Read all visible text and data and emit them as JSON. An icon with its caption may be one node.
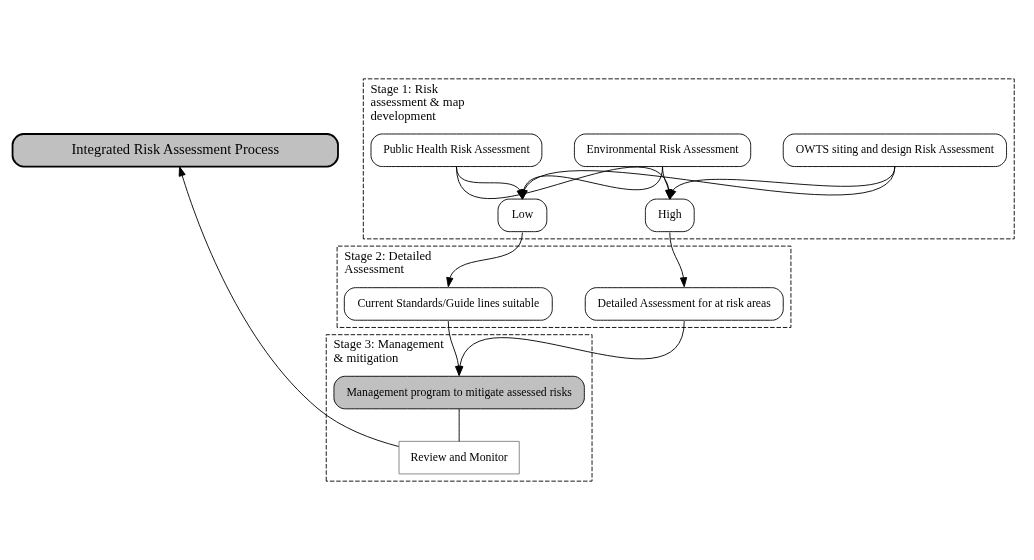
{
  "diagram": {
    "nodes": [
      {
        "text": [
          "Integrated Risk Assessment Process"
        ]
      },
      {
        "text": [
          "Stage 1: Risk assessment & map development"
        ]
      },
      {
        "text": [
          "Environmental Risk Assessment"
        ],
        "in": 1
      },
      {
        "text": [
          "Public Health Risk Assessment"
        ],
        "in": 1
      },
      {
        "text": [
          "OWTS siting and design Risk Assessment"
        ],
        "in": 1
      },
      {
        "text": [
          "Low"
        ],
        "in": 1
      },
      {
        "text": [
          "High"
        ],
        "in": 1
      },
      {
        "text": [
          "Stage 2: Detailed Assessment"
        ]
      },
      {
        "text": [
          "Current Standards/Guide lines suitable"
        ],
        "in": 7
      },
      {
        "text": [
          "Detailed Assessment for at risk areas"
        ],
        "in": 7
      },
      {
        "text": [
          "Stage 3: Management & mitigation"
        ]
      },
      {
        "text": [
          "Management program to mitigate assessed risks"
        ],
        "in": 10
      },
      {
        "text": [
          "Review and Monitor"
        ],
        "in": 10
      }
    ],
    "edges": [
      {
        "from": 2,
        "to": 5,
        "arrow": "to"
      },
      {
        "from": 2,
        "to": 6,
        "arrow": "to"
      },
      {
        "from": 3,
        "to": 5,
        "arrow": "to"
      },
      {
        "from": 3,
        "to": 6,
        "arrow": "to"
      },
      {
        "from": 4,
        "to": 5,
        "arrow": "to"
      },
      {
        "from": 4,
        "to": 6,
        "arrow": "to"
      },
      {
        "from": 5,
        "to": 8,
        "arrow": "to"
      },
      {
        "from": 6,
        "to": 9,
        "arrow": "to"
      },
      {
        "from": 9,
        "to": 11,
        "arrow": "to"
      },
      {
        "from": 8,
        "to": 11,
        "arrow": "to"
      },
      {
        "from": 11,
        "to": 12,
        "arrow": "none"
      },
      {
        "from": 12,
        "to": 0,
        "arrow": "to"
      }
    ]
  }
}
